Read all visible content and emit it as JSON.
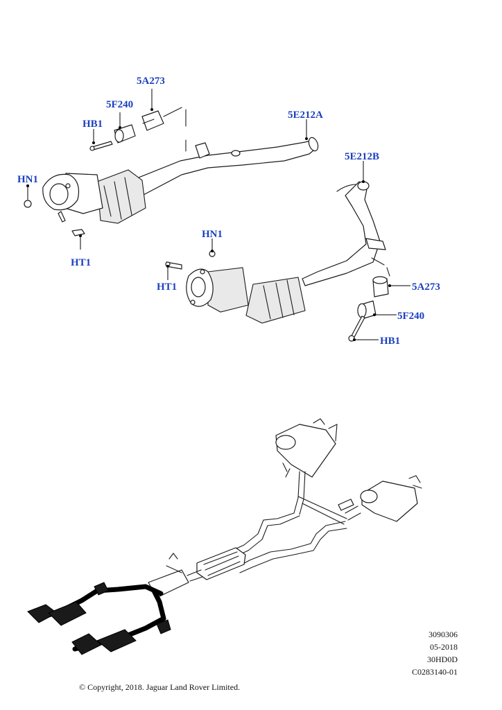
{
  "callouts": {
    "hn1_left": "HN1",
    "ht1_left": "HT1",
    "hb1_top": "HB1",
    "f5f240_top": "5F240",
    "a5a273_top": "5A273",
    "e5e212a": "5E212A",
    "e5e212b": "5E212B",
    "hn1_mid": "HN1",
    "ht1_mid": "HT1",
    "a5a273_right": "5A273",
    "f5f240_right": "5F240",
    "hb1_right": "HB1"
  },
  "meta": {
    "line1": "3090306",
    "line2": "05-2018",
    "line3": "30HD0D",
    "line4": "C0283140-01"
  },
  "copyright": "© Copyright, 2018. Jaguar Land Rover Limited.",
  "colors": {
    "callout": "#1a3fbf",
    "ink": "#1a1a1a",
    "highlight": "#000000"
  }
}
